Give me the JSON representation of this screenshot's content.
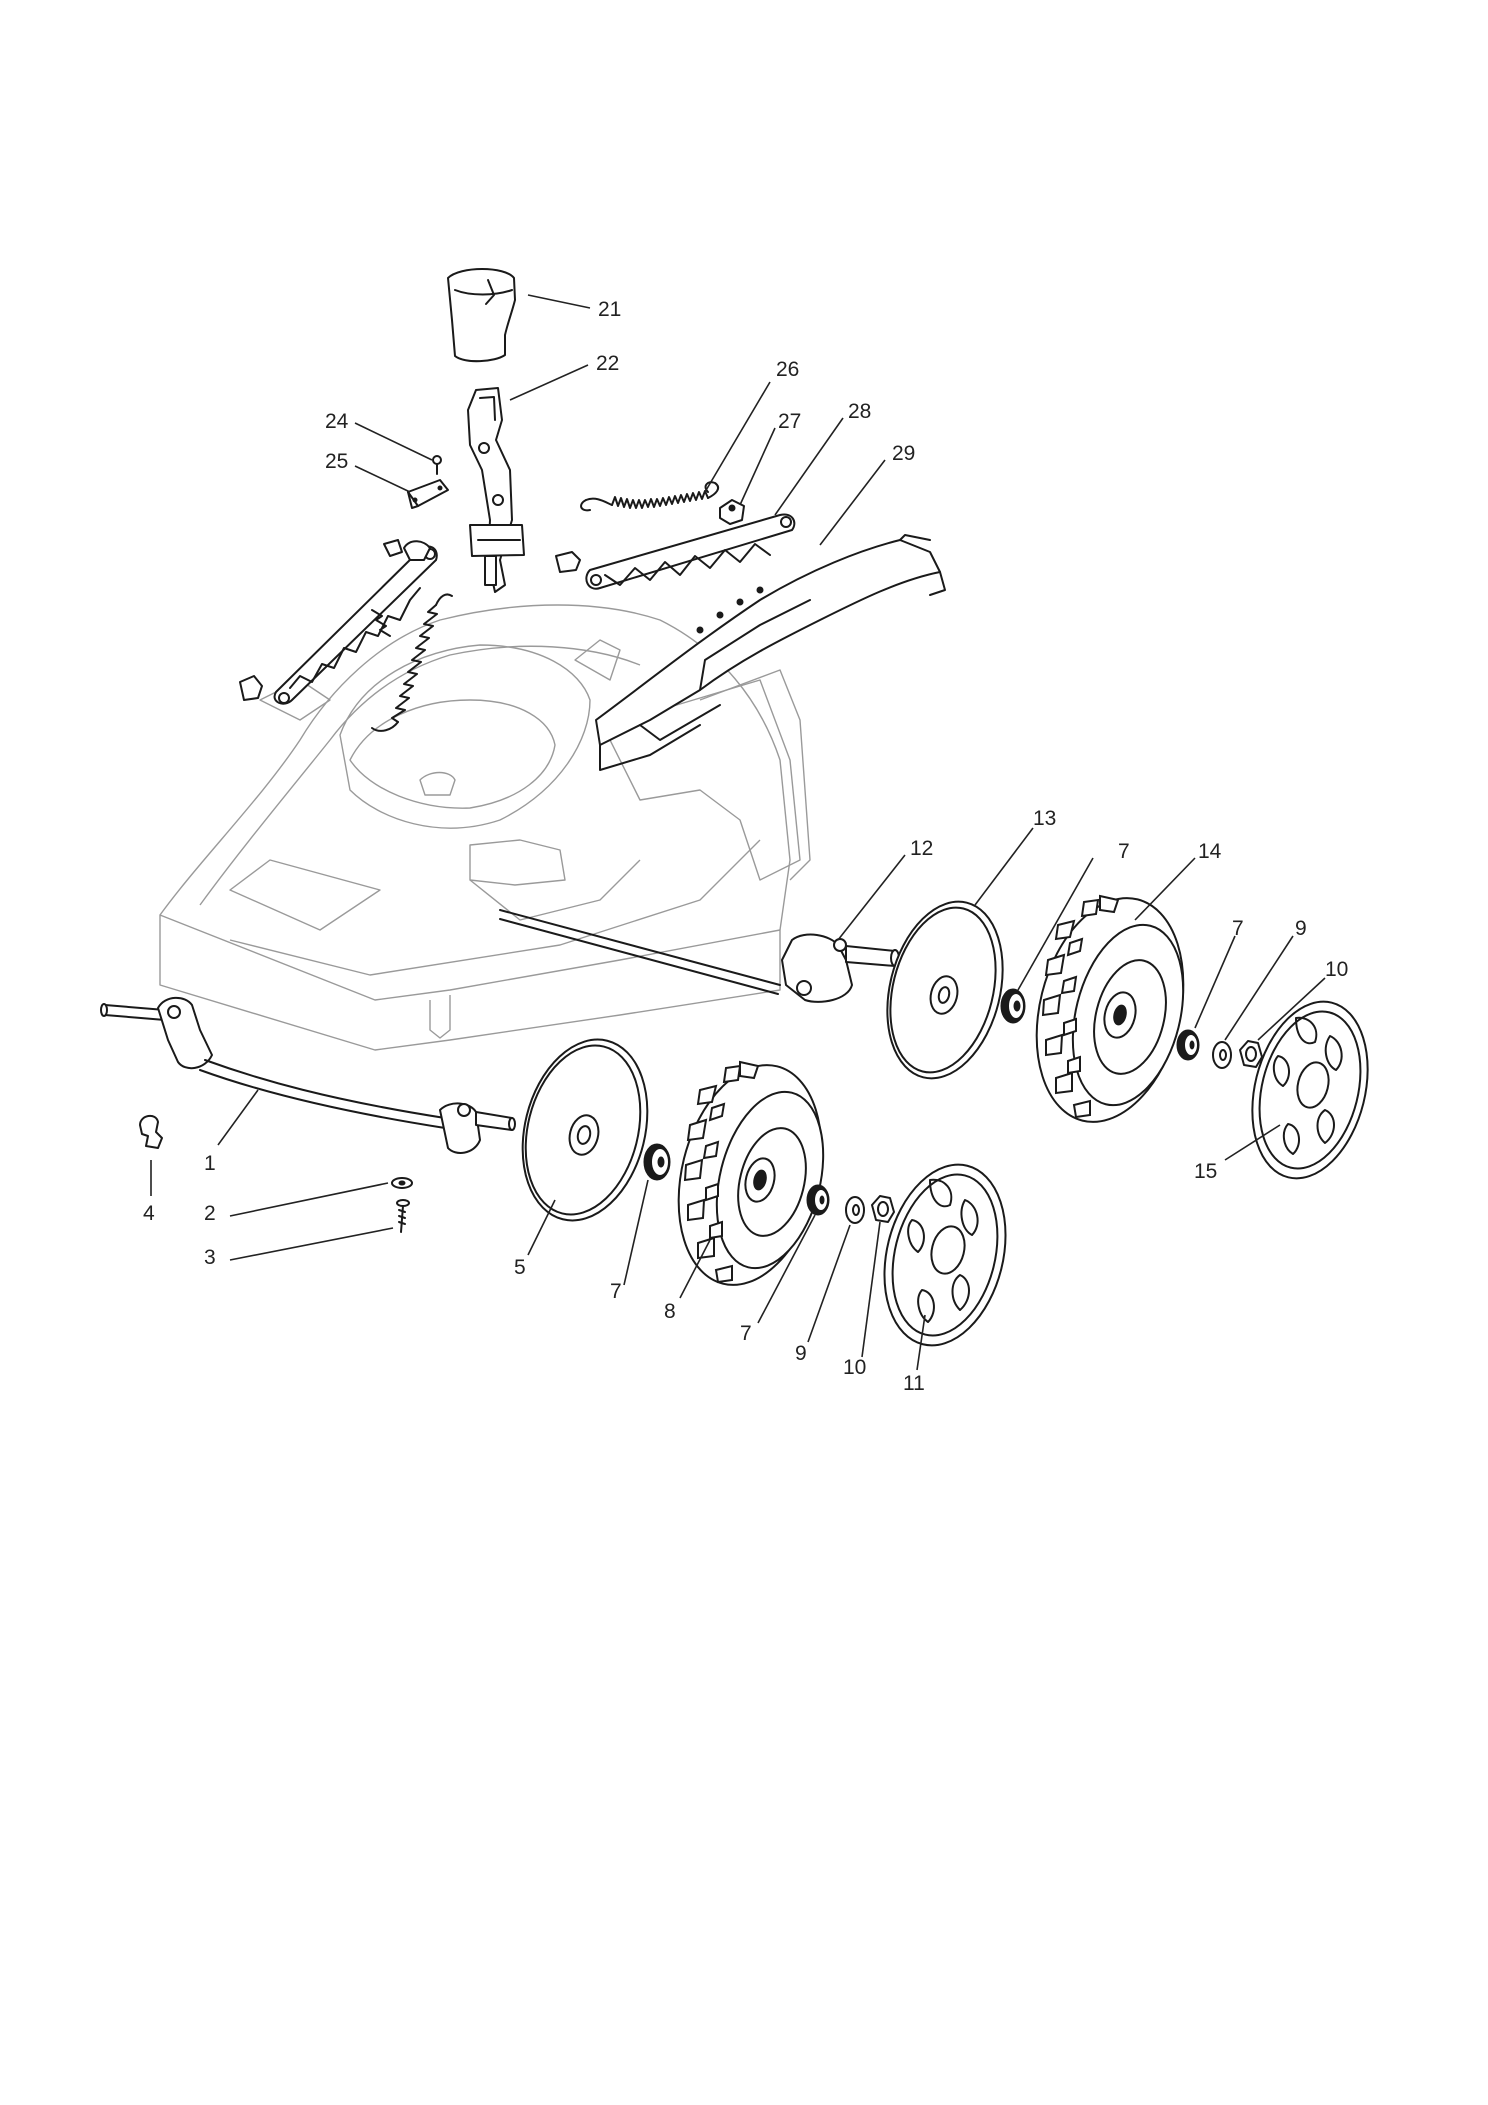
{
  "diagram": {
    "colors": {
      "line": "#1a1a1a",
      "faint": "#9a9a9a",
      "background": "#ffffff"
    },
    "callouts": [
      {
        "id": "c21",
        "number": "21"
      },
      {
        "id": "c22",
        "number": "22"
      },
      {
        "id": "c24",
        "number": "24"
      },
      {
        "id": "c25",
        "number": "25"
      },
      {
        "id": "c26",
        "number": "26"
      },
      {
        "id": "c27",
        "number": "27"
      },
      {
        "id": "c28",
        "number": "28"
      },
      {
        "id": "c29",
        "number": "29"
      },
      {
        "id": "c12",
        "number": "12"
      },
      {
        "id": "c13",
        "number": "13"
      },
      {
        "id": "c7a",
        "number": "7"
      },
      {
        "id": "c14",
        "number": "14"
      },
      {
        "id": "c7b",
        "number": "7"
      },
      {
        "id": "c9a",
        "number": "9"
      },
      {
        "id": "c10a",
        "number": "10"
      },
      {
        "id": "c15",
        "number": "15"
      },
      {
        "id": "c1",
        "number": "1"
      },
      {
        "id": "c4",
        "number": "4"
      },
      {
        "id": "c2",
        "number": "2"
      },
      {
        "id": "c3",
        "number": "3"
      },
      {
        "id": "c5",
        "number": "5"
      },
      {
        "id": "c7c",
        "number": "7"
      },
      {
        "id": "c8",
        "number": "8"
      },
      {
        "id": "c7d",
        "number": "7"
      },
      {
        "id": "c9b",
        "number": "9"
      },
      {
        "id": "c10b",
        "number": "10"
      },
      {
        "id": "c11",
        "number": "11"
      }
    ]
  }
}
